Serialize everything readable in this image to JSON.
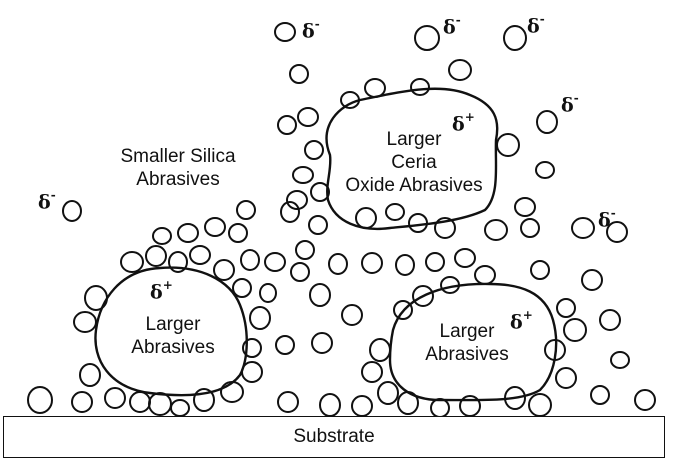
{
  "labels": {
    "smaller_silica": [
      "Smaller Silica",
      "Abrasives"
    ],
    "ceria": [
      "Larger",
      "Ceria",
      "Oxide Abrasives"
    ],
    "left_abrasive": [
      "Larger",
      "Abrasives"
    ],
    "right_abrasive": [
      "Larger",
      "Abrasives"
    ],
    "substrate": "Substrate"
  },
  "charges": {
    "delta": "δ",
    "minus": "-",
    "plus": "+"
  },
  "colors": {
    "stroke": "#111111",
    "background": "#ffffff"
  }
}
